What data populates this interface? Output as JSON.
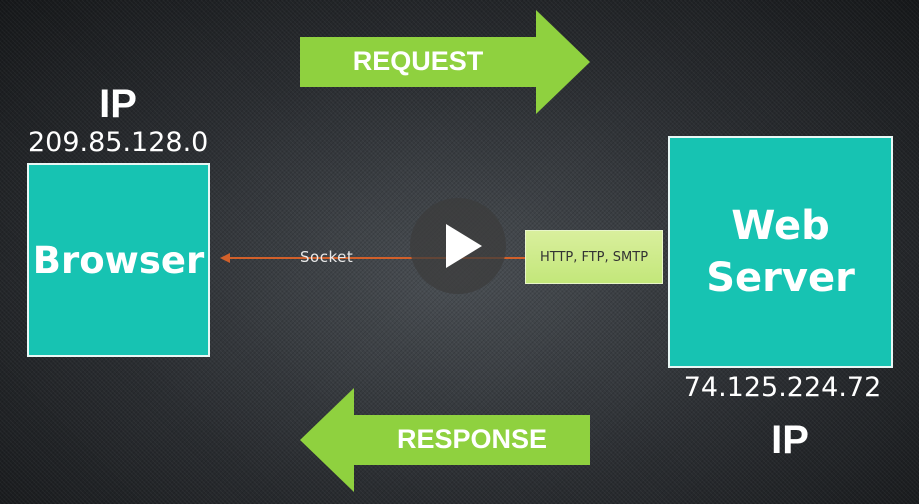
{
  "request": {
    "label": "REQUEST"
  },
  "response": {
    "label": "RESPONSE"
  },
  "browser": {
    "ip_title": "IP",
    "ip_address": "209.85.128.0",
    "label": "Browser"
  },
  "server": {
    "ip_title": "IP",
    "ip_address": "74.125.224.72",
    "label_line1": "Web",
    "label_line2": "Server"
  },
  "connection": {
    "socket_label": "Socket",
    "protocols_label": "HTTP, FTP, SMTP"
  },
  "colors": {
    "arrow_green": "#8fd13f",
    "node_teal": "#17c3b2",
    "socket_line": "#d2602a",
    "protocol_box": "#c9eb85"
  },
  "icons": {
    "video_overlay": "play-icon"
  }
}
